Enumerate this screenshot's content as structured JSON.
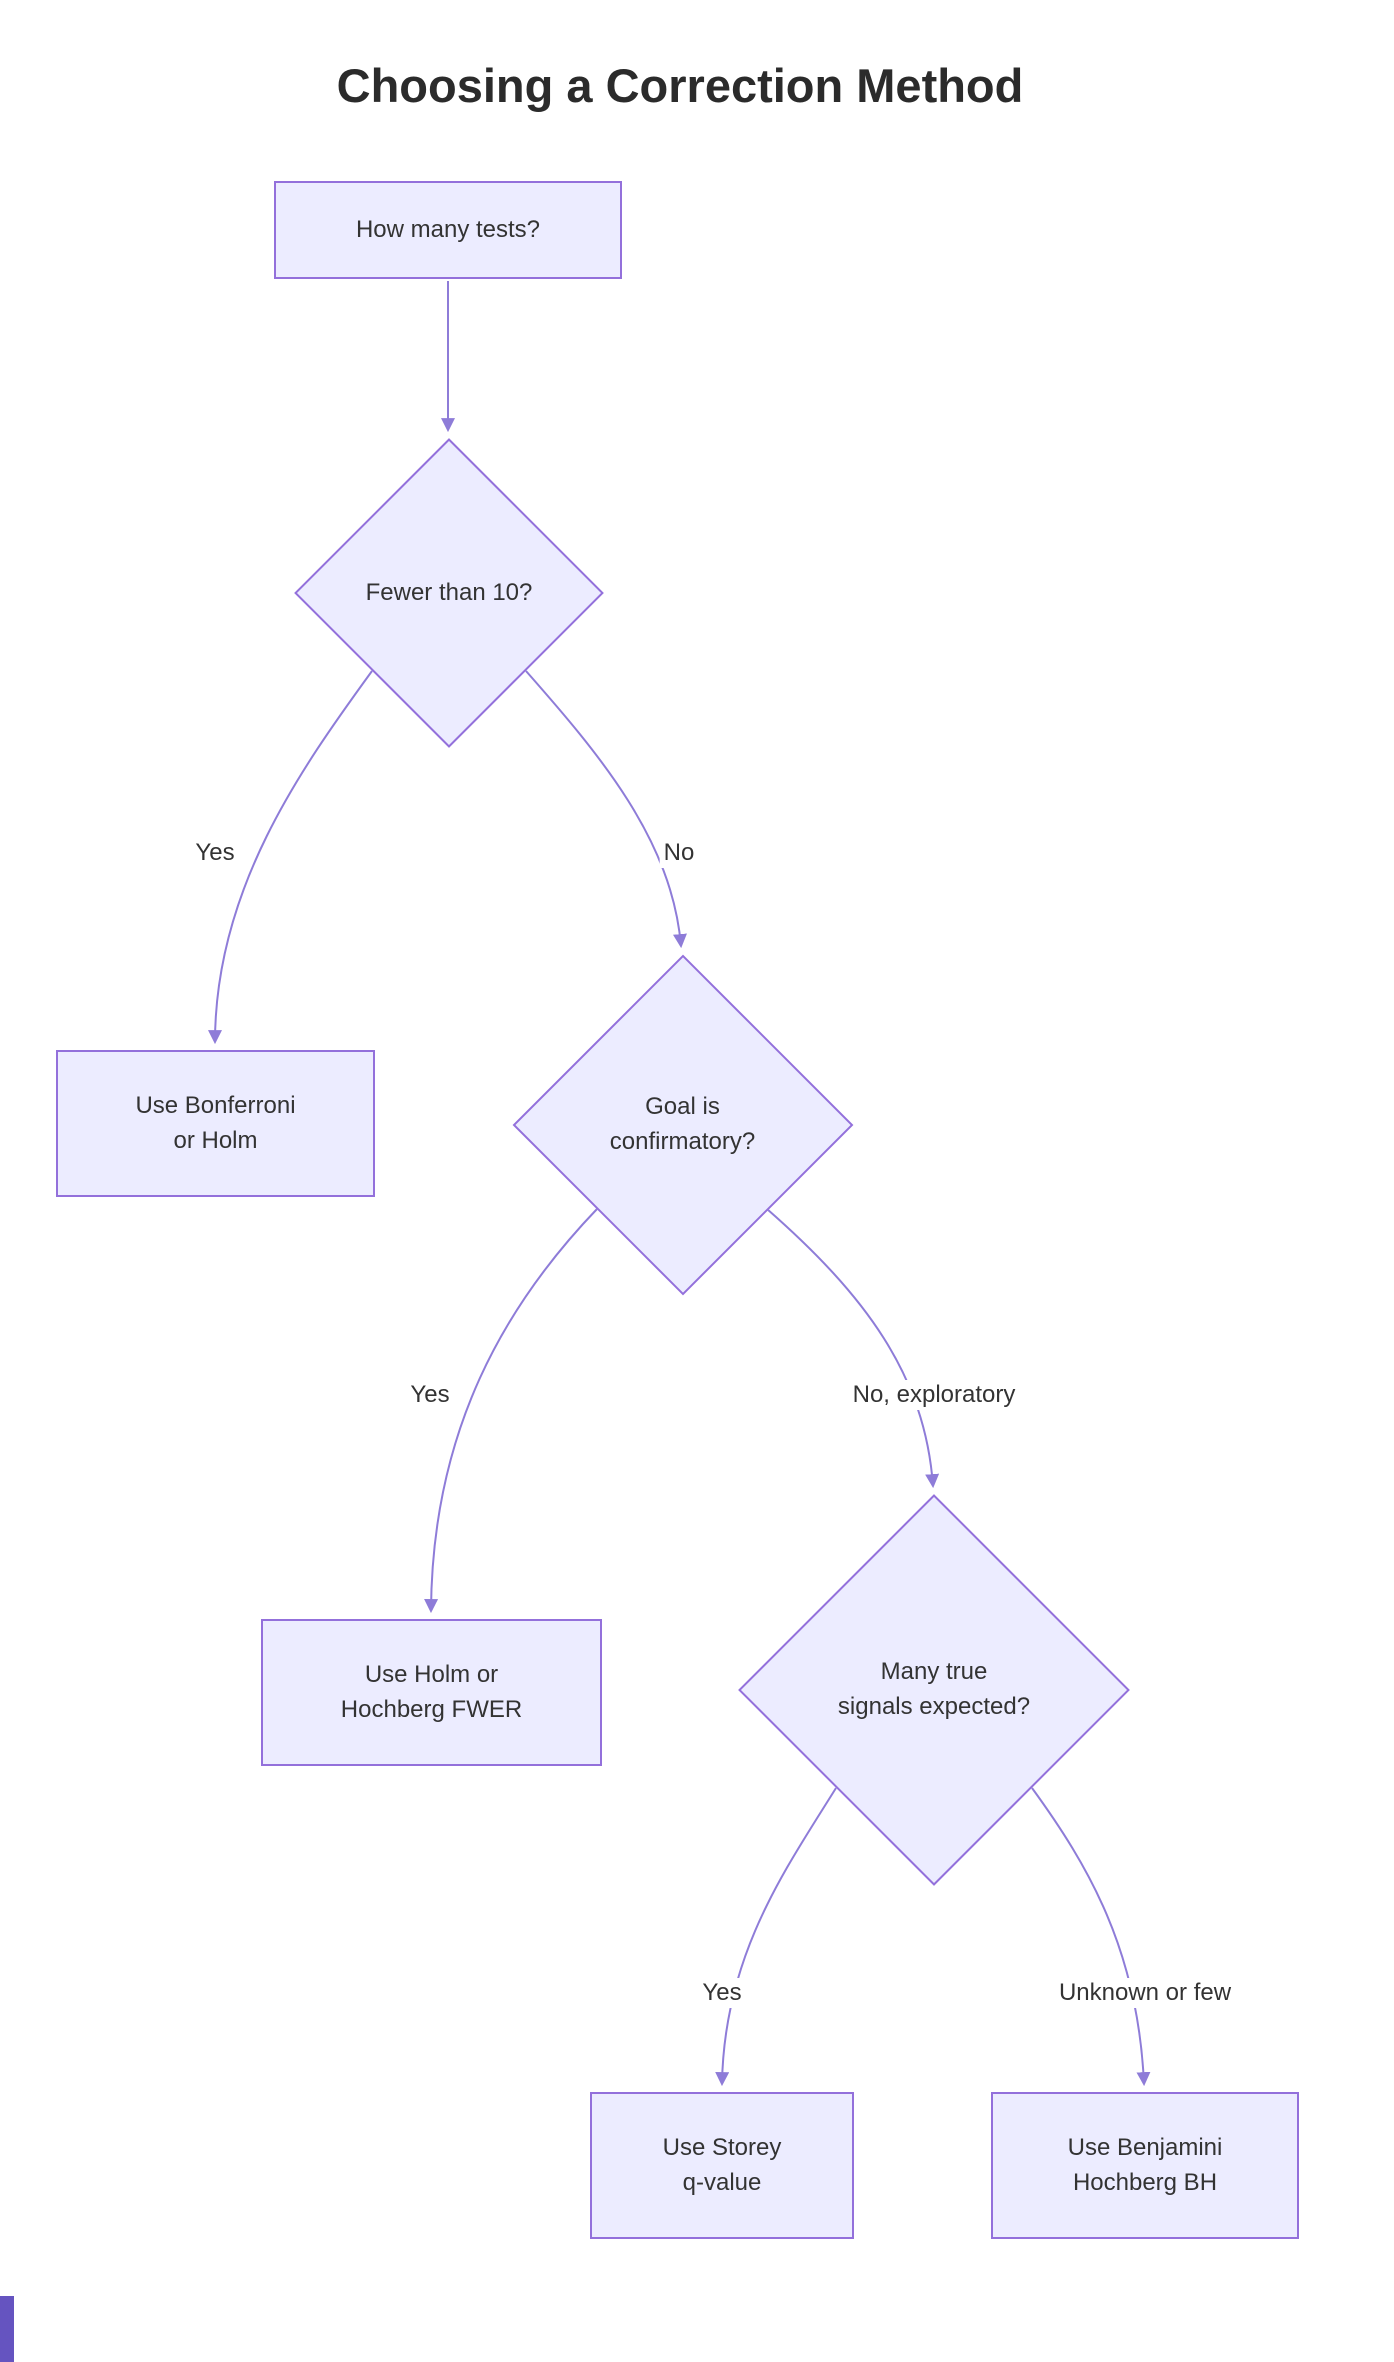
{
  "title": "Choosing a Correction Method",
  "nodes": {
    "how_many_tests": {
      "label": "How many tests?"
    },
    "fewer_than_10": {
      "label": "Fewer than 10?"
    },
    "bonferroni_holm": {
      "label": "Use Bonferroni\nor Holm"
    },
    "goal_confirmatory": {
      "label": "Goal is\nconfirmatory?"
    },
    "holm_hochberg": {
      "label": "Use Holm or\nHochberg FWER"
    },
    "many_true_signals": {
      "label": "Many true\nsignals expected?"
    },
    "storey_qvalue": {
      "label": "Use Storey\nq-value"
    },
    "benjamini_hochberg": {
      "label": "Use Benjamini\nHochberg BH"
    }
  },
  "edge_labels": {
    "d1_yes": "Yes",
    "d1_no": "No",
    "d2_yes": "Yes",
    "d2_no": "No, exploratory",
    "d3_yes": "Yes",
    "d3_no": "Unknown or few"
  },
  "colors": {
    "node_fill": "#ECECFF",
    "node_border": "#9370DB",
    "edge_stroke": "#8E7CD8",
    "text": "#333333",
    "title_text": "#2B2B2B",
    "decoration_bar": "#6554C0"
  }
}
